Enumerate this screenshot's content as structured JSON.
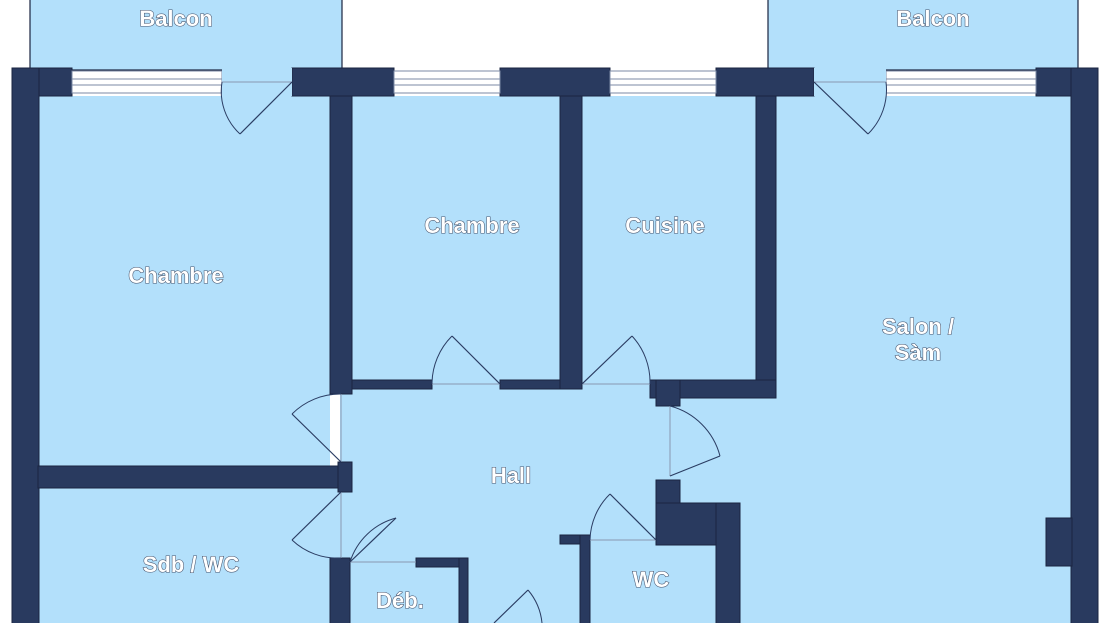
{
  "plan": {
    "colors": {
      "wall": "#293a5f",
      "floor": "#b3e0fb",
      "background": "#ffffff",
      "label_fill": "#ffffff",
      "label_outline": "#45526b"
    },
    "rooms": {
      "balcony_left": "Balcon",
      "balcony_right": "Balcon",
      "bedroom_large": "Chambre",
      "bedroom_small": "Chambre",
      "kitchen": "Cuisine",
      "living_line1": "Salon /",
      "living_line2": "Sàm",
      "hall": "Hall",
      "bathroom": "Sdb / WC",
      "storage": "Déb.",
      "toilet": "WC"
    }
  }
}
